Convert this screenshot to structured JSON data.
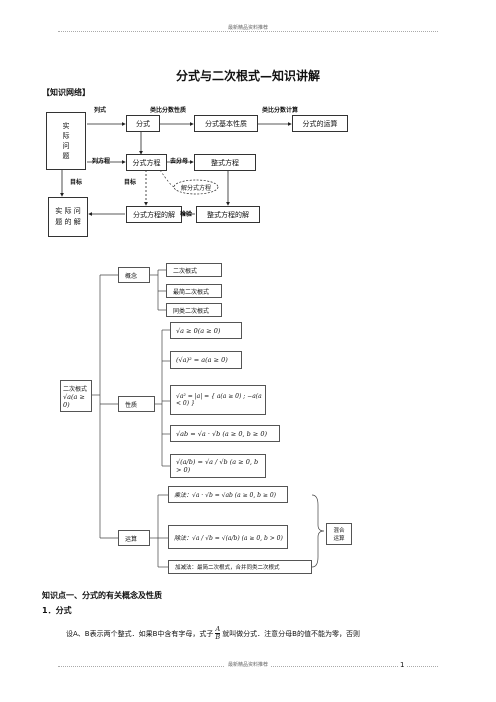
{
  "header": {
    "top_text": "最新精品资料推荐",
    "bottom_text": "最新精品资料推荐",
    "page_number": "1"
  },
  "title": "分式与二次根式—知识讲解",
  "knowledge_net_label": "【知识网络】",
  "diagram1": {
    "left_top": [
      "实",
      "际",
      "问",
      "题"
    ],
    "left_bottom": "实 际 问 题 的 解",
    "fenshi": "分式",
    "basic_property": "分式基本性质",
    "operation": "分式的运算",
    "equation": "分式方程",
    "integral_eq": "整式方程",
    "solve_eq": "解分式方程",
    "eq_solution": "分式方程的解",
    "integral_solution": "整式方程的解",
    "lbl_lieshi": "列式",
    "lbl_analogy_prop": "类比分数性质",
    "lbl_analogy_op": "类比分数计算",
    "lbl_lie_fangcheng": "列方程",
    "lbl_qu_fenmu": "去分母",
    "lbl_mubiao1": "目标",
    "lbl_mubiao2": "目标",
    "lbl_jianyan": "检验"
  },
  "diagram2": {
    "root_line1": "二次根式",
    "root_line2": "√a(a ≥ 0)",
    "concept": "概念",
    "property": "性质",
    "operation": "运算",
    "concept_items": [
      "二次根式",
      "最简二次根式",
      "同类二次根式"
    ],
    "property_items": [
      "√a ≥ 0(a ≥ 0)",
      "(√a)² = a(a ≥ 0)",
      "√a² = |a| = { a(a ≥ 0) ; −a(a < 0) }",
      "√ab = √a · √b (a ≥ 0, b ≥ 0)",
      "√(a/b) = √a / √b (a ≥ 0, b > 0)"
    ],
    "op_mul": "乘法：√a · √b = √ab (a ≥ 0, b ≥ 0)",
    "op_div": "除法：√a / √b = √(a/b) (a ≥ 0, b > 0)",
    "op_add": "加减法：最简二次根式，合并同类二次根式",
    "mixed": [
      "混合",
      "运算"
    ]
  },
  "section1": "知识点一、分式的有关概念及性质",
  "sub1": "1．分式",
  "para": "设A、B表示两个整式．如果B中含有字母，式子",
  "para2": "就叫做分式．注意分母B的值不能为零，否则",
  "frac": {
    "num": "A",
    "den": "B"
  }
}
